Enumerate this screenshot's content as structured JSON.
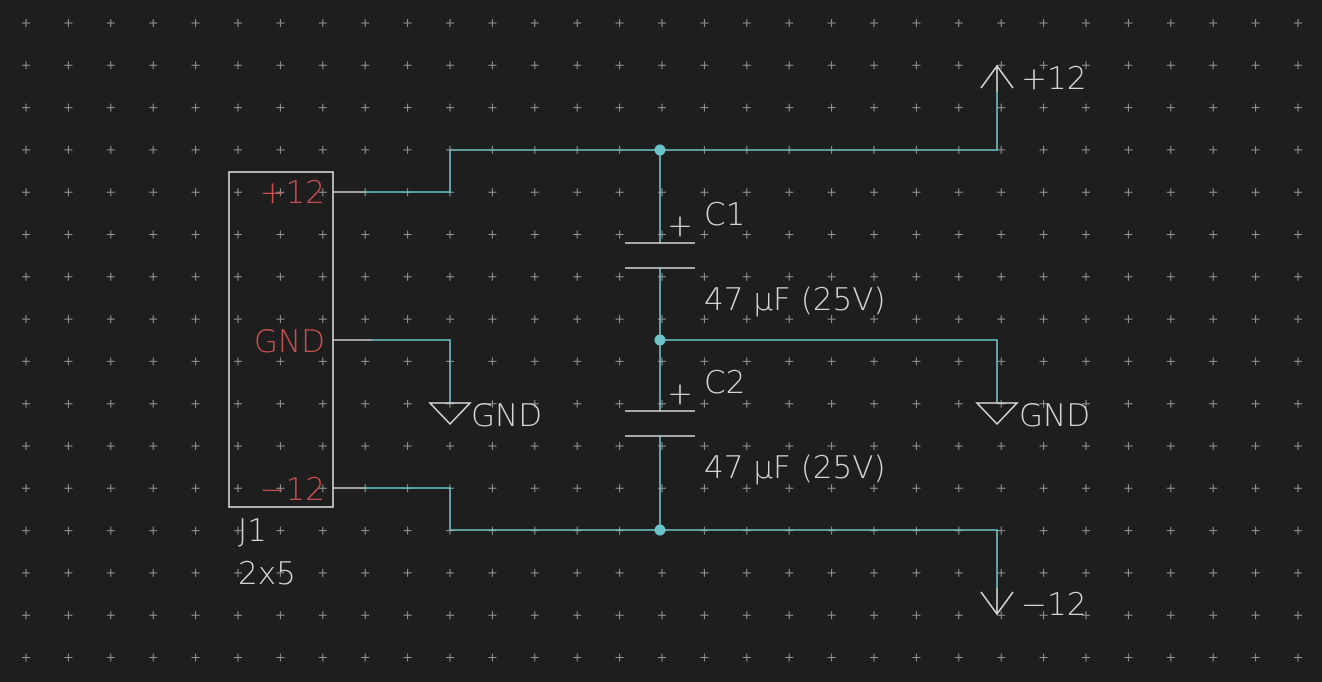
{
  "connector": {
    "ref": "J1",
    "value": "2x5",
    "pins": {
      "p12": "+12",
      "gnd": "GND",
      "m12": "−12"
    }
  },
  "capacitors": [
    {
      "ref": "C1",
      "value": "47 µF (25V)",
      "polarity": "+"
    },
    {
      "ref": "C2",
      "value": "47 µF (25V)",
      "polarity": "+"
    }
  ],
  "power_symbols": {
    "p12": "+12",
    "m12": "−12",
    "gnd_left": "GND",
    "gnd_right": "GND"
  },
  "colors": {
    "background": "#1e1e1f",
    "grid": "#bdbdbd",
    "wire": "#6cc3c9",
    "pin_label": "#c94f4f",
    "symbol": "#d6d6d6"
  }
}
